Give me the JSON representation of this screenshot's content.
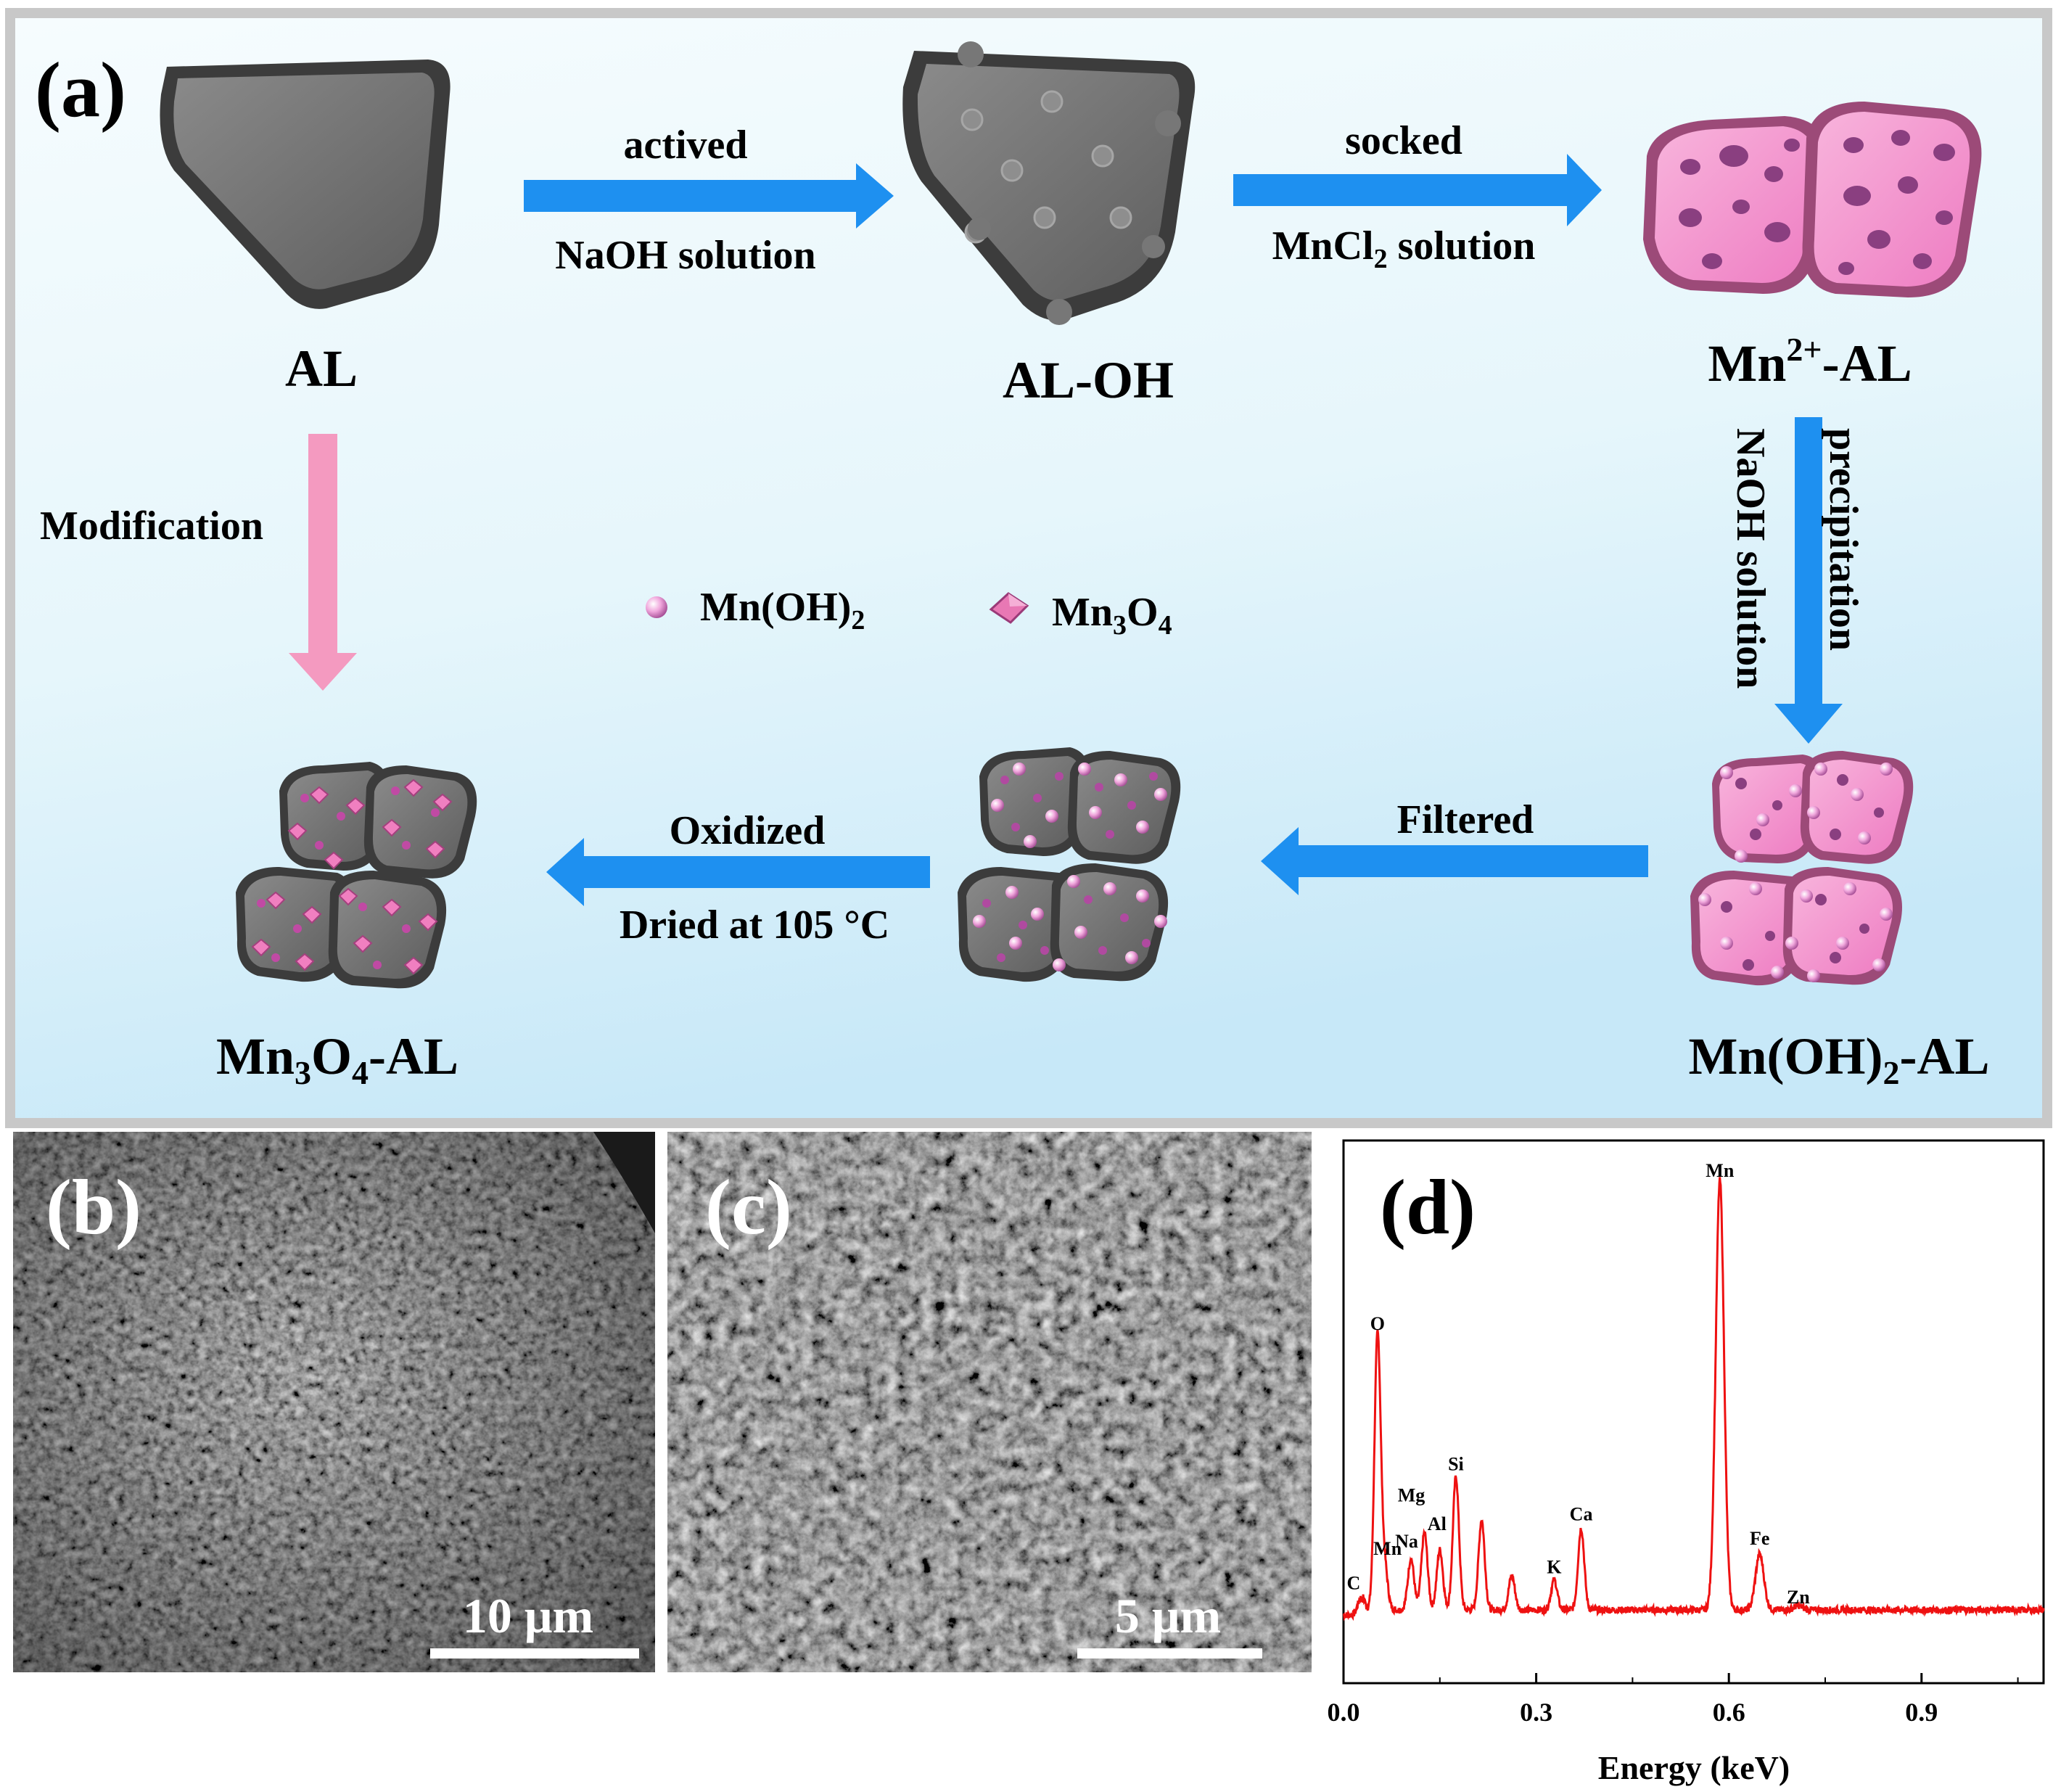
{
  "panel_a": {
    "label": "(a)",
    "steps": {
      "al": "AL",
      "al_oh": "AL-OH",
      "mn_al": {
        "base": "Mn",
        "sup": "2+",
        "rest": "-AL"
      },
      "mnoh2_al": {
        "pre": "Mn(OH)",
        "sub": "2",
        "rest": "-AL"
      },
      "mn3o4_al": {
        "a": "Mn",
        "s1": "3",
        "b": "O",
        "s2": "4",
        "rest": "-AL"
      }
    },
    "arrows": {
      "activated_top": "actived",
      "activated_bottom": "NaOH solution",
      "soaked_top": "socked",
      "soaked_bottom": {
        "pre": "MnCl",
        "sub": "2",
        "rest": " solution"
      },
      "precip_right": "precipitation",
      "precip_left": "NaOH solution",
      "filtered": "Filtered",
      "oxidized_top": "Oxidized",
      "oxidized_bottom": "Dried at 105 °C",
      "modification": "Modification"
    },
    "legend": {
      "mnoh2": {
        "pre": "Mn(OH)",
        "sub": "2"
      },
      "mn3o4": {
        "a": "Mn",
        "s1": "3",
        "b": "O",
        "s2": "4"
      }
    }
  },
  "panel_b": {
    "label": "(b)",
    "scale": "10 μm"
  },
  "panel_c": {
    "label": "(c)",
    "scale": "5 μm"
  },
  "chart_data": {
    "type": "line",
    "label": "(d)",
    "xlabel": "Energy (keV)",
    "ylabel": "",
    "xlim": [
      0.0,
      1.09
    ],
    "ylim": [
      0,
      100
    ],
    "xticks": [
      "0.0",
      "0.3",
      "0.6",
      "0.9"
    ],
    "xtick_values": [
      0.0,
      0.3,
      0.6,
      0.9
    ],
    "color": "#ee1111",
    "peaks": [
      {
        "element": "C",
        "x": 0.027,
        "y": 4
      },
      {
        "element": "O",
        "x": 0.053,
        "y": 64
      },
      {
        "element": "Mn",
        "x": 0.064,
        "y": 10
      },
      {
        "element": "Na",
        "x": 0.105,
        "y": 12
      },
      {
        "element": "Mg",
        "x": 0.126,
        "y": 18
      },
      {
        "element": "Al",
        "x": 0.15,
        "y": 14
      },
      {
        "element": "Si",
        "x": 0.175,
        "y": 31
      },
      {
        "element": "",
        "x": 0.215,
        "y": 21
      },
      {
        "element": "",
        "x": 0.262,
        "y": 8
      },
      {
        "element": "K",
        "x": 0.328,
        "y": 7
      },
      {
        "element": "Ca",
        "x": 0.37,
        "y": 19
      },
      {
        "element": "Mn",
        "x": 0.586,
        "y": 100
      },
      {
        "element": "Fe",
        "x": 0.648,
        "y": 13
      },
      {
        "element": "Zn",
        "x": 0.708,
        "y": 1
      }
    ]
  },
  "colors": {
    "arrow_blue": "#1e90f0",
    "arrow_pink": "#f49ac0",
    "particle_gray": "#6e6e6e",
    "particle_pink": "#f07fc0",
    "spectrum_red": "#ee1111"
  }
}
